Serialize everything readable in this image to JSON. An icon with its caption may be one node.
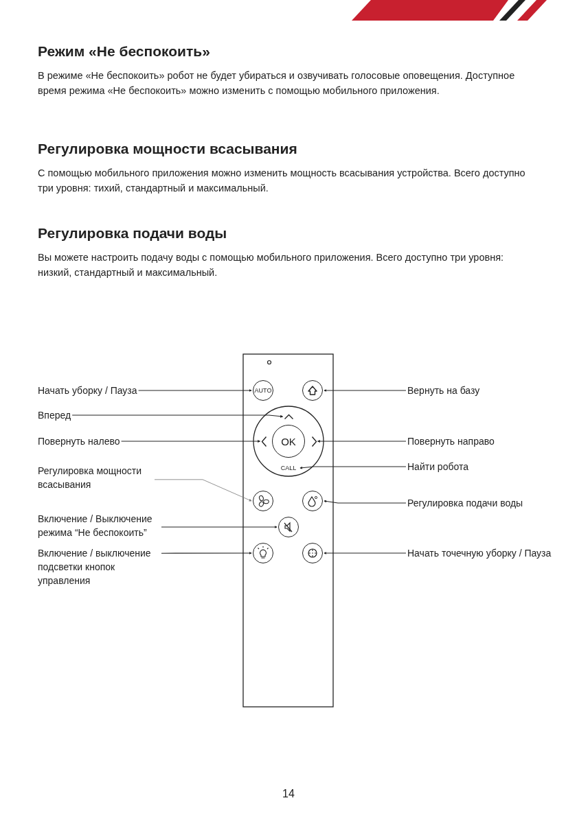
{
  "diagram": {
    "nodes": [
      {
        "text": [
          "Начать уборку / Пауза"
        ]
      },
      {
        "text": [
          "AUTO"
        ]
      },
      {
        "text": [],
        "shape": "circle"
      },
      {
        "text": [
          "Вернуть на базу"
        ]
      },
      {
        "text": [
          "Вперед"
        ]
      },
      {
        "text": [],
        "shape": "chevron"
      },
      {
        "text": [
          "Повернуть налево"
        ]
      },
      {
        "text": [],
        "shape": "chevron"
      },
      {
        "text": [
          "OK"
        ]
      },
      {
        "text": [],
        "shape": "chevron"
      },
      {
        "text": [
          "Повернуть направо"
        ]
      },
      {
        "text": [
          "CALL"
        ]
      },
      {
        "text": [
          "Найти робота"
        ]
      },
      {
        "text": [
          "Регулировка мощности всасывания"
        ]
      },
      {
        "text": [],
        "shape": "circle"
      },
      {
        "text": [],
        "shape": "circle"
      },
      {
        "text": [
          "Регулировка подачи воды"
        ]
      },
      {
        "text": [
          "Включение / Выключение режима “Не беспокоить”"
        ]
      },
      {
        "text": [],
        "shape": "circle"
      },
      {
        "text": [
          "Включение / выключение подсветки кнопок управления"
        ]
      },
      {
        "text": [],
        "shape": "circle"
      },
      {
        "text": [],
        "shape": "circle"
      },
      {
        "text": [
          "Начать точечную уборку / Пауза"
        ]
      }
    ],
    "edges": [
      {
        "from": 0,
        "to": 1,
        "arrow": "to"
      },
      {
        "from": 3,
        "to": 2,
        "arrow": "to"
      },
      {
        "from": 4,
        "to": 5,
        "arrow": "to"
      },
      {
        "from": 6,
        "to": 7,
        "arrow": "to"
      },
      {
        "from": 10,
        "to": 9,
        "arrow": "to"
      },
      {
        "from": 12,
        "to": 11,
        "arrow": "to"
      },
      {
        "from": 13,
        "to": 14,
        "arrow": "to",
        "color": "#777777"
      },
      {
        "from": 16,
        "to": 15,
        "arrow": "to"
      },
      {
        "from": 17,
        "to": 18,
        "arrow": "to"
      },
      {
        "from": 19,
        "to": 20,
        "arrow": "to"
      },
      {
        "from": 22,
        "to": 21,
        "arrow": "to"
      }
    ],
    "labels": [
      "Режим «Не беспокоить»",
      "В режиме «Не беспокоить» робот не будет убираться и озвучивать голосовые оповещения. Доступное время режима «Не беспокоить» можно изменить с помощью мобильного приложения.",
      "Регулировка мощности всасывания",
      "С помощью мобильного приложения можно изменить мощность всасывания устройства. Всего доступно три уровня: тихий, стандартный и максимальный.",
      "Регулировка подачи воды",
      "Вы можете настроить подачу воды с помощью мобильного приложения. Всего доступно три уровня: низкий, стандартный и максимальный.",
      "14"
    ]
  }
}
